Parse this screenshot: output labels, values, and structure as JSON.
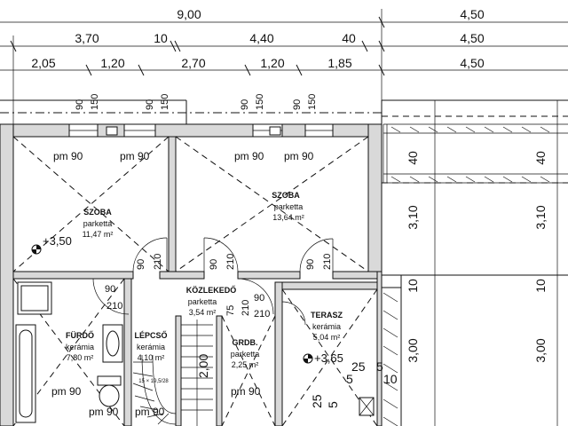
{
  "dimensions": {
    "row1": [
      "9,00",
      "4,50"
    ],
    "row2": [
      "3,70",
      "10",
      "4,40",
      "40",
      "4,50"
    ],
    "row3": [
      "2,05",
      "1,20",
      "2,70",
      "1,20",
      "1,85",
      "4,50"
    ],
    "window_marks": [
      "90",
      "150",
      "90",
      "150",
      "90",
      "150"
    ],
    "right_vertical": [
      "40",
      "3,10",
      "10",
      "3,00",
      "40",
      "3,10",
      "3,00"
    ],
    "door_vertical": [
      "90",
      "210",
      "90",
      "210",
      "90",
      "210",
      "210",
      "75"
    ]
  },
  "rooms": [
    {
      "name": "SZOBA",
      "floor": "parketta",
      "area": "11,47 m²"
    },
    {
      "name": "SZOBA",
      "floor": "parketta",
      "area": "13,64 m²"
    },
    {
      "name": "KÖZLEKEDŐ",
      "floor": "parketta",
      "area": "3,54 m²"
    },
    {
      "name": "FÜRDŐ",
      "floor": "kerámia",
      "area": "7,80 m²"
    },
    {
      "name": "LÉPCSŐ",
      "floor": "kerámia",
      "area": "4,10 m²"
    },
    {
      "name": "GRDB.",
      "floor": "parketta",
      "area": "2,25 m²"
    },
    {
      "name": "TERASZ",
      "floor": "kerámia",
      "area": "5,04 m²"
    }
  ],
  "levels": [
    "+3,50",
    "+3,65"
  ],
  "pm_labels": [
    "pm 90",
    "pm 90",
    "pm 90",
    "pm 90",
    "pm 90",
    "pm 90",
    "pm 90",
    "pm 90"
  ],
  "door_labels": {
    "d1_w": "90",
    "d1_h": "210",
    "d2_w": "90",
    "d2_h": "210",
    "grdb_h": "2,00"
  },
  "stair_label": "15 × 19,5/28",
  "terrace_marks": [
    "25",
    "5",
    "5",
    "10",
    "25",
    "5"
  ]
}
